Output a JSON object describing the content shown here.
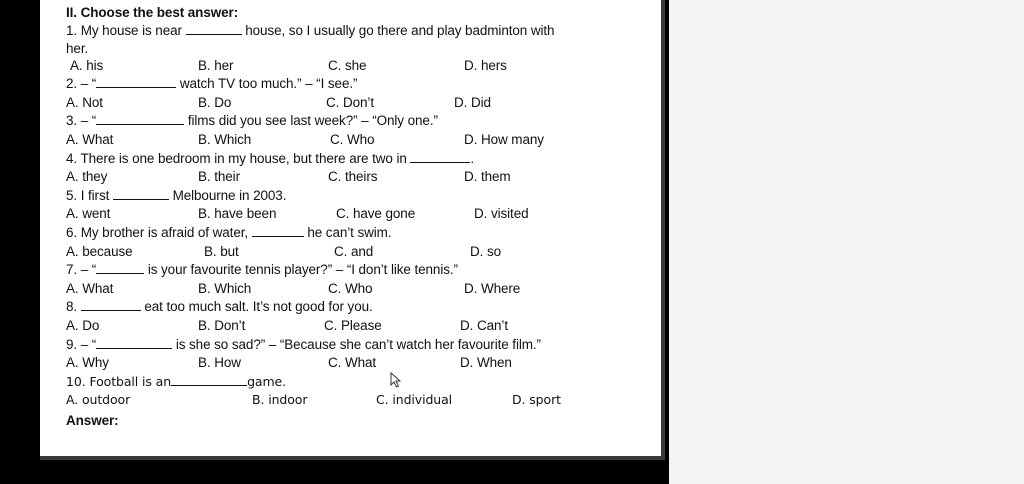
{
  "heading": "II. Choose the best answer:",
  "questions": [
    {
      "prefix": "1. My house is near ",
      "blank_w": 56,
      "suffix": " house, so I usually go there and play badminton with",
      "cont": "her.",
      "options": [
        "A. his",
        "B. her",
        "C. she",
        "D. hers"
      ]
    },
    {
      "prefix": "2. – “",
      "blank_w": 80,
      "suffix": " watch TV too much.” – “I see.”",
      "options": [
        "A. Not",
        "B. Do",
        "C. Don’t",
        "D. Did"
      ]
    },
    {
      "prefix": "3. – “",
      "blank_w": 88,
      "suffix": " films did you see last week?” – “Only one.”",
      "options": [
        "A. What",
        "B. Which",
        "C. Who",
        "D. How many"
      ]
    },
    {
      "prefix": "4. There is one bedroom in my house, but there are two in ",
      "blank_w": 60,
      "suffix": ".",
      "options": [
        "A. they",
        "B. their",
        "C. theirs",
        "D. them"
      ]
    },
    {
      "prefix": "5. I first ",
      "blank_w": 56,
      "suffix": " Melbourne in 2003.",
      "options": [
        "A. went",
        "B. have been",
        "C. have gone",
        "D. visited"
      ]
    },
    {
      "prefix": "6. My brother is afraid of water, ",
      "blank_w": 52,
      "suffix": " he can’t swim.",
      "options": [
        "A. because",
        "B. but",
        "C. and",
        "D. so"
      ]
    },
    {
      "prefix": "7. – “",
      "blank_w": 48,
      "suffix": " is your favourite tennis player?” – “I don’t like tennis.”",
      "options": [
        "A. What",
        "B. Which",
        "C. Who",
        "D. Where"
      ]
    },
    {
      "prefix": "8. ",
      "blank_w": 60,
      "suffix": " eat too much salt. It’s not good for you.",
      "options": [
        "A. Do",
        "B. Don’t",
        "C. Please",
        "D. Can’t"
      ]
    },
    {
      "prefix": "9. – “",
      "blank_w": 76,
      "suffix": " is she so sad?” – “Because she can’t watch her favourite film.”",
      "options": [
        "A. Why",
        "B. How",
        "C. What",
        "D. When"
      ]
    },
    {
      "prefix": "10. Football is an",
      "blank_w": 76,
      "suffix": "game.",
      "options": [
        "A. outdoor",
        "B. indoor",
        "C. individual",
        "D. sport"
      ]
    }
  ],
  "answer_label": "Answer:",
  "colors": {
    "background": "#000000",
    "paper": "#ffffff",
    "text": "#111111",
    "side_pane": "#f4f4f4"
  },
  "icons": {
    "cursor": "mouse-pointer-icon"
  }
}
